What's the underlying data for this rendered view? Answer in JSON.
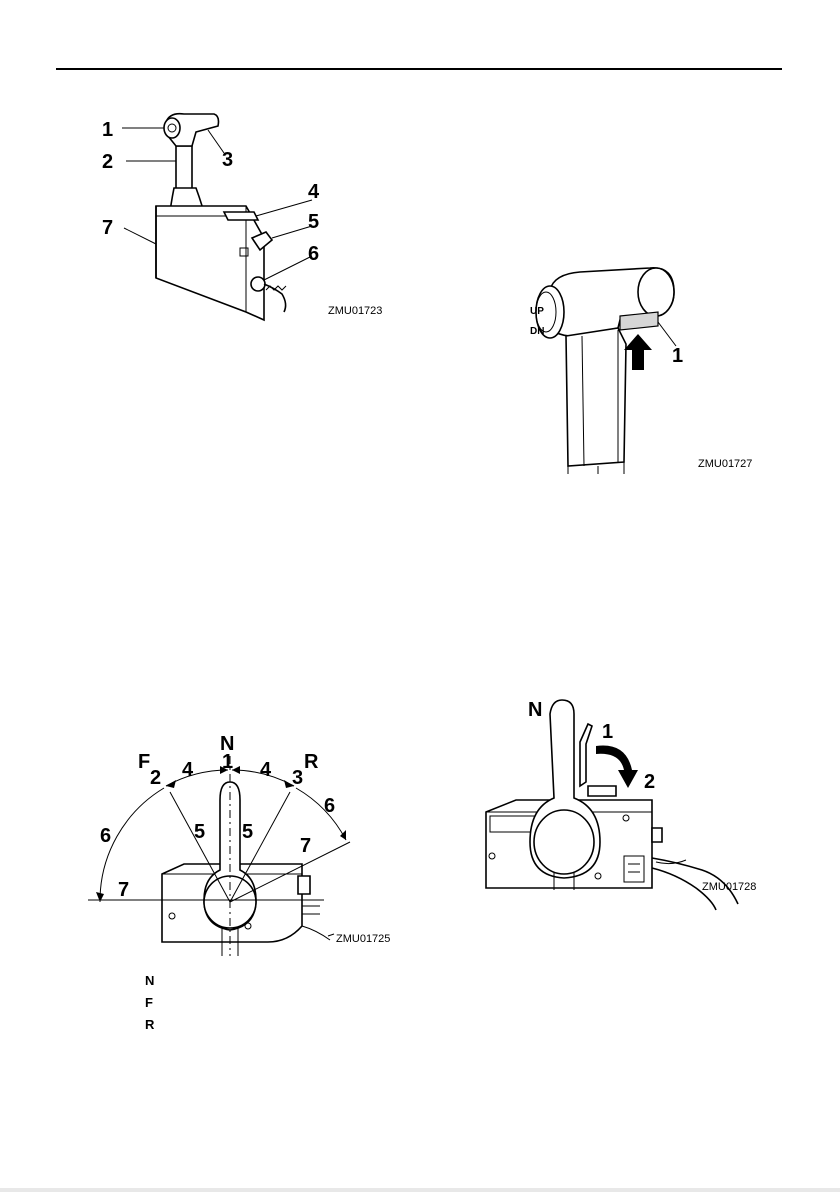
{
  "figures": {
    "fig1": {
      "code": "ZMU01723",
      "callouts": [
        "1",
        "2",
        "3",
        "4",
        "5",
        "6",
        "7"
      ]
    },
    "fig2": {
      "code": "ZMU01727",
      "callouts": [
        "1"
      ],
      "switch_up": "UP",
      "switch_dn": "DN"
    },
    "fig3": {
      "code": "ZMU01725",
      "pos_n": "N",
      "pos_f": "F",
      "pos_r": "R",
      "callouts": [
        "1",
        "2",
        "3",
        "4",
        "4",
        "5",
        "5",
        "6",
        "6",
        "7",
        "7"
      ]
    },
    "fig4": {
      "code": "ZMU01728",
      "pos_n": "N",
      "callouts": [
        "1",
        "2"
      ]
    }
  },
  "legend": [
    "N",
    "F",
    "R"
  ]
}
